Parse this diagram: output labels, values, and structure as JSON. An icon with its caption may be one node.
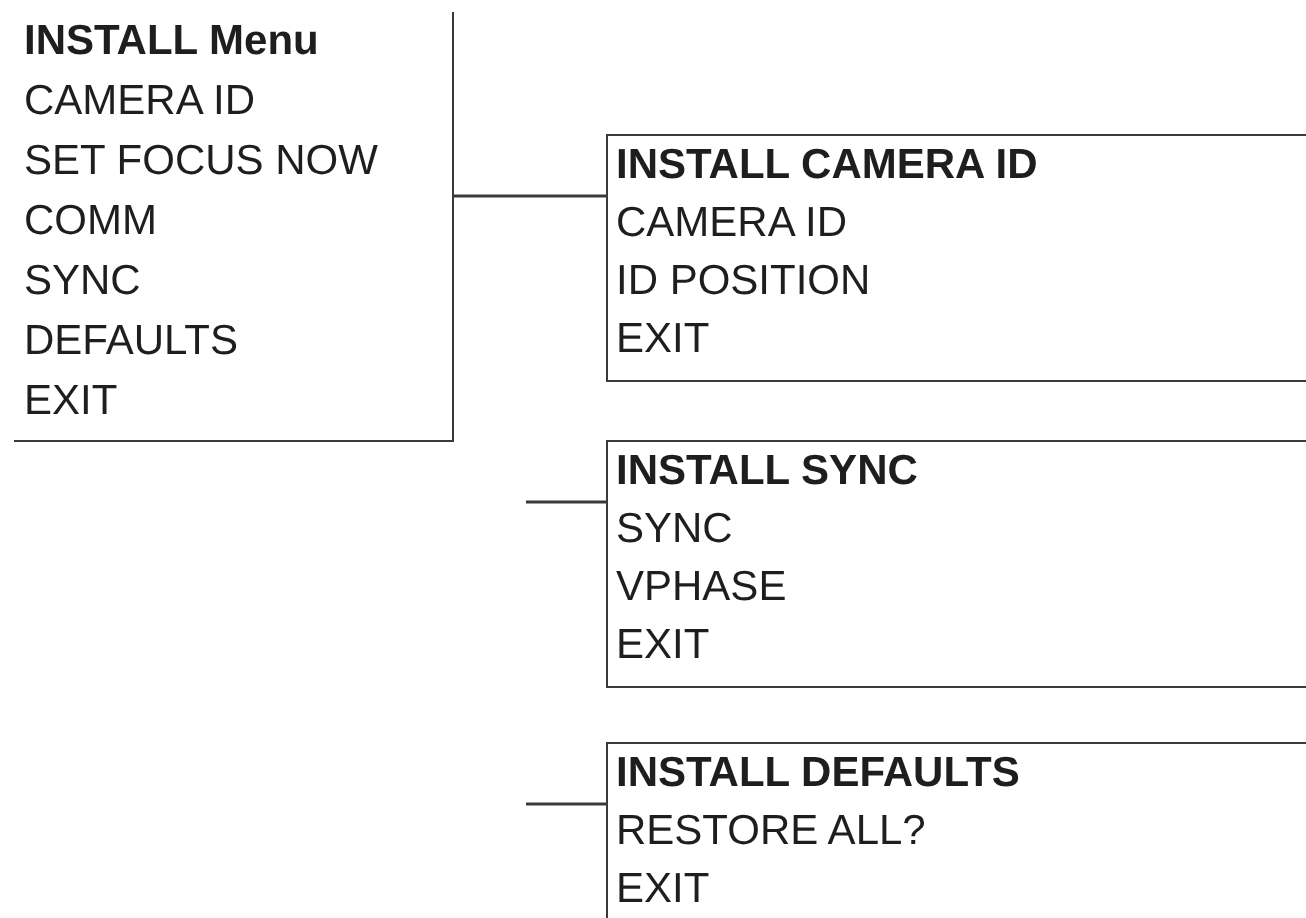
{
  "diagram": {
    "nodes": [
      {
        "text": [
          "INSTALL Menu",
          "CAMERA ID",
          "SET FOCUS NOW",
          "COMM",
          "SYNC",
          "DEFAULTS",
          "EXIT"
        ]
      },
      {
        "text": [
          "INSTALL CAMERA ID",
          "CAMERA ID",
          "ID POSITION",
          "EXIT"
        ]
      },
      {
        "text": [
          "INSTALL SYNC",
          "SYNC",
          "VPHASE",
          "EXIT"
        ]
      },
      {
        "text": [
          "INSTALL DEFAULTS",
          "RESTORE ALL?",
          "EXIT"
        ]
      }
    ],
    "edges": [
      {
        "from": 0,
        "to": 1,
        "arrow": "none"
      },
      {
        "from": null,
        "to": 2,
        "arrow": "none"
      },
      {
        "from": null,
        "to": 3,
        "arrow": "none"
      }
    ]
  }
}
